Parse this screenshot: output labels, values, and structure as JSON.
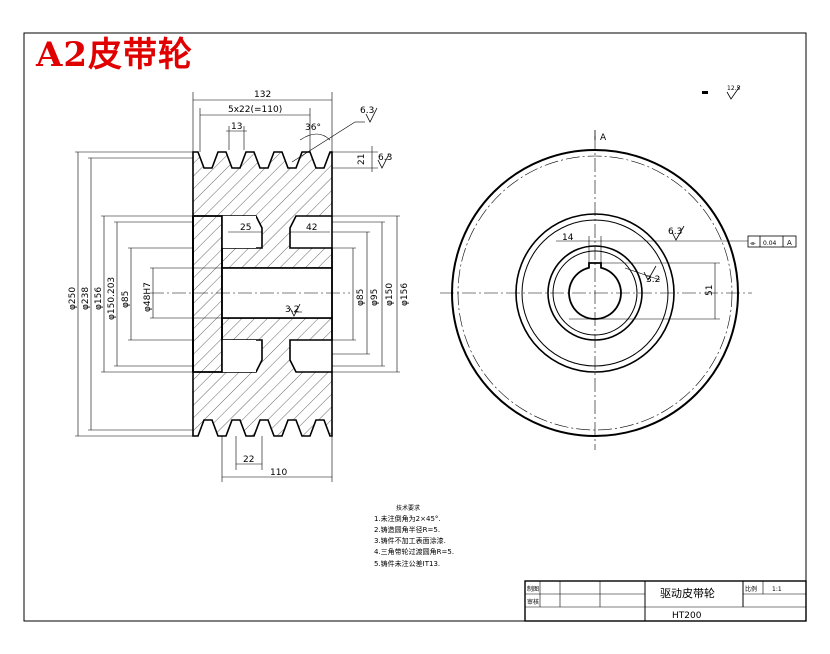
{
  "title": "A2皮带轮",
  "corner_roughness": "12.5",
  "front_view": {
    "dims": {
      "overall_width": "132",
      "groove_pitch": "5x22(=110)",
      "groove_width": "13",
      "groove_angle": "36°",
      "groove_roughness": "6.3",
      "groove_depth": "21",
      "depth_roughness": "6.3",
      "rim_dia": "φ250",
      "pitch_dia": "φ238",
      "dia_156": "φ156",
      "dia_150_203": "φ150.203",
      "dia_85": "φ85",
      "bore": "φ48H7",
      "web_thick": "25",
      "web_gap": "42",
      "bore_roughness": "3.2",
      "hub_dia_85": "φ85",
      "hub_dia_95": "φ95",
      "hub_dia_150": "φ150",
      "hub_dia_156": "φ156",
      "bottom_pitch": "22",
      "bottom_length": "110"
    }
  },
  "side_view": {
    "section_label": "A",
    "key_width": "14",
    "key_roughness": "6.3",
    "bore_roughness": "3.2",
    "key_depth": "51",
    "tolerance_symbol": "⌯",
    "tolerance_value": "0.04",
    "datum": "A"
  },
  "notes": {
    "heading": "技术要求",
    "items": [
      "1.未注倒角为2×45°.",
      "2.铸造圆角半径R=5.",
      "3.铸件不加工表面涂漆.",
      "4.三角带轮过渡圆角R=5.",
      "5.铸件未注公差IT13."
    ]
  },
  "title_block": {
    "part_name": "驱动皮带轮",
    "scale_label": "比例",
    "scale_value": "1:1",
    "material": "HT200",
    "drawn_label": "制图",
    "checked_label": "审核"
  }
}
